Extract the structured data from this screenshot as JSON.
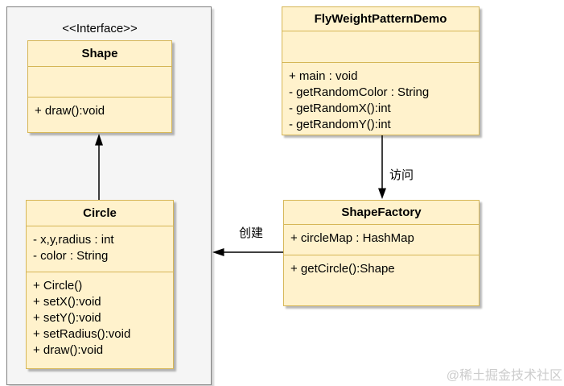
{
  "diagram": {
    "group": {
      "stereotype": "<<Interface>>"
    },
    "classes": {
      "shape": {
        "name": "Shape",
        "methods": [
          "+ draw():void"
        ]
      },
      "circle": {
        "name": "Circle",
        "attributes": [
          "- x,y,radius : int",
          "- color : String"
        ],
        "methods": [
          "+ Circle()",
          "+ setX():void",
          "+ setY():void",
          "+ setRadius():void",
          "+ draw():void"
        ]
      },
      "demo": {
        "name": "FlyWeightPatternDemo",
        "methods": [
          "+ main : void",
          "- getRandomColor : String",
          "- getRandomX():int",
          "- getRandomY():int"
        ]
      },
      "factory": {
        "name": "ShapeFactory",
        "attributes": [
          "+ circleMap : HashMap"
        ],
        "methods": [
          "+ getCircle():Shape"
        ]
      }
    },
    "edges": {
      "access_label": "访问",
      "create_label": "创建"
    },
    "watermark": "@稀土掘金技术社区",
    "colors": {
      "class_fill": "#FFF2CC",
      "class_border": "#D6B656",
      "group_fill": "#F5F5F5",
      "group_border": "#7F7F7F",
      "arrow": "#000000",
      "watermark_text": "#CCCCCC"
    }
  }
}
